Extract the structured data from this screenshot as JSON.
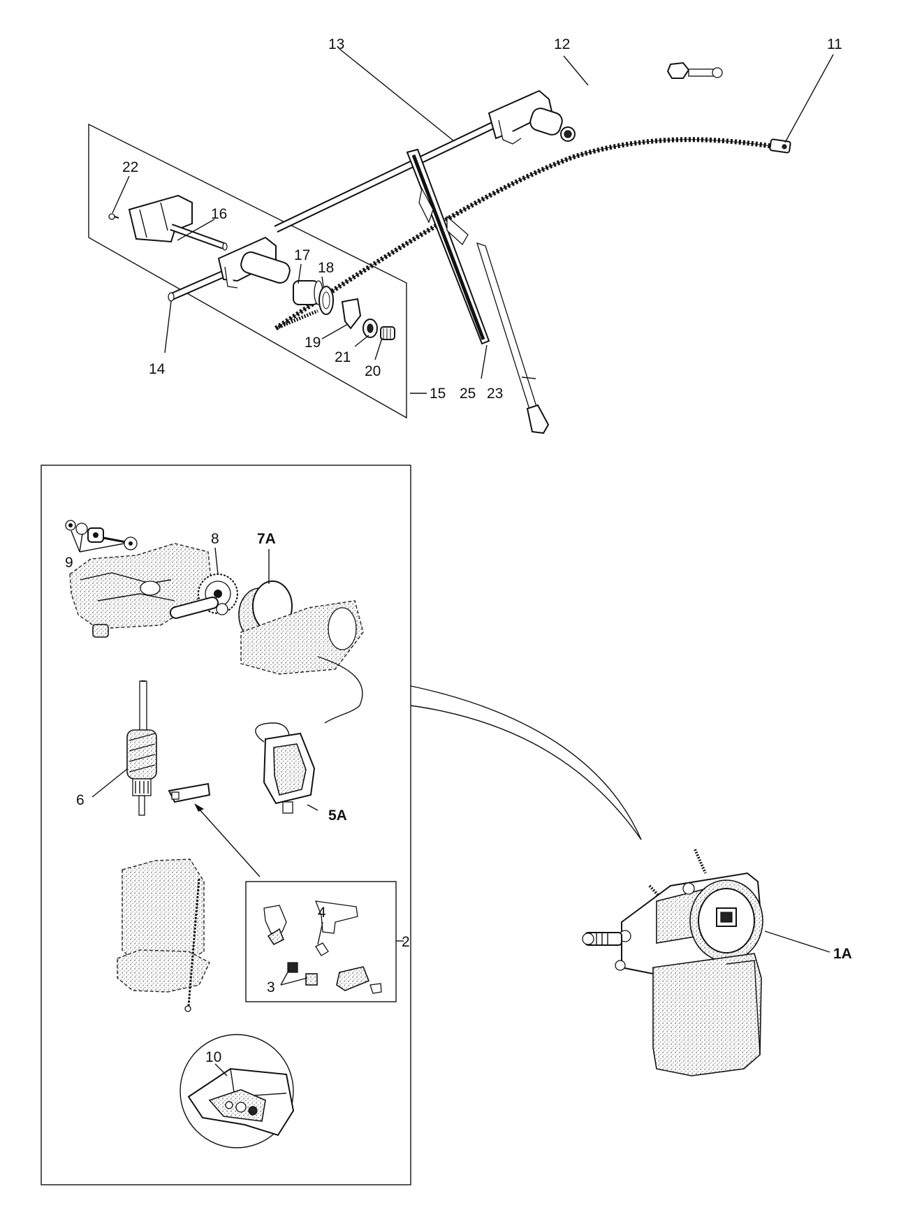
{
  "callouts": {
    "c11": "11",
    "c12": "12",
    "c13": "13",
    "c14": "14",
    "c15": "15",
    "c16": "16",
    "c17": "17",
    "c18": "18",
    "c19": "19",
    "c20": "20",
    "c21": "21",
    "c22": "22",
    "c23": "23",
    "c25": "25",
    "c9": "9",
    "c8": "8",
    "c7a": "7A",
    "c6": "6",
    "c5a": "5A",
    "c4": "4",
    "c3": "3",
    "c2": "2",
    "c10": "10",
    "c1a": "1A"
  }
}
